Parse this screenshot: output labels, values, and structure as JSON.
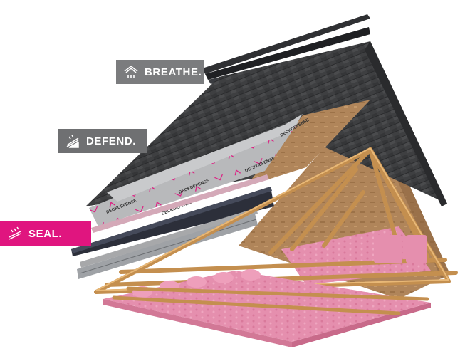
{
  "labels": {
    "breathe": {
      "text": "BREATHE.",
      "icon": "ventilation-icon",
      "color": "#7b7c7e"
    },
    "defend": {
      "text": "DEFEND.",
      "icon": "shingle-shield-icon",
      "color": "#6f7072"
    },
    "seal": {
      "text": "SEAL.",
      "icon": "sealant-icon",
      "color": "#e0157f"
    }
  },
  "underlayment": {
    "brand_mark": "DECKDEFENSE"
  },
  "colors": {
    "shingles": "#3e3f41",
    "osb_deck": "#b0855a",
    "trusses": "#d6a464",
    "insulation": "#e58fae",
    "underlayment": "#b8b9bb",
    "ice_water_shield": "#2c2f3a",
    "accent_magenta": "#e0157f"
  }
}
